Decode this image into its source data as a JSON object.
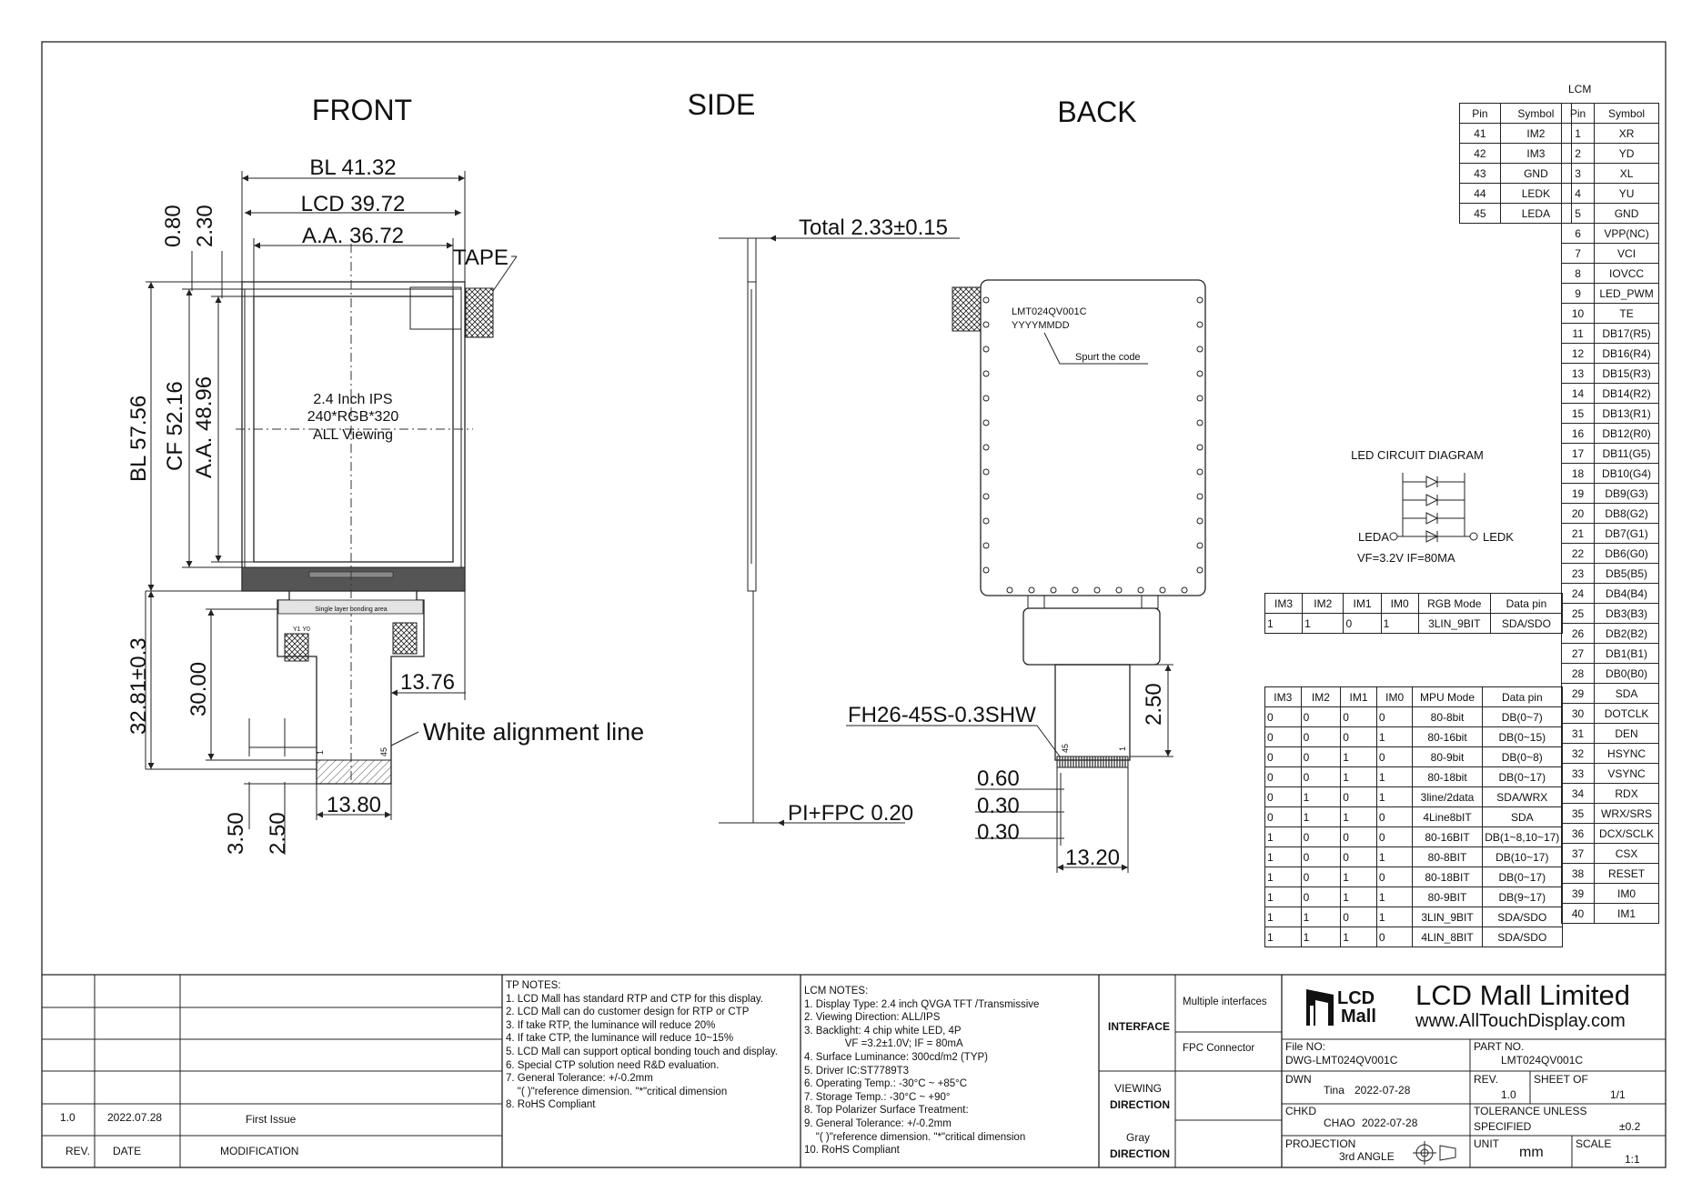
{
  "views": {
    "front": "FRONT",
    "side": "SIDE",
    "back": "BACK"
  },
  "front": {
    "bl_width": "BL 41.32",
    "lcd_width": "LCD 39.72",
    "aa_width": "A.A. 36.72",
    "dim_080": "0.80",
    "dim_230": "2.30",
    "tape": "TAPE",
    "bl_height": "BL 57.56",
    "cf_height": "CF 52.16",
    "aa_height": "A.A. 48.96",
    "center_line1": "2.4 Inch  IPS",
    "center_line2": "240*RGB*320",
    "center_line3": "ALL Viewing",
    "bonding_label": "Single layer bonding area",
    "fpc_mark": "Y1 Y0",
    "dim_1376": "13.76",
    "dim_3281": "32.81±0.3",
    "dim_3000": "30.00",
    "alignment": "White alignment line",
    "pin_1": "1",
    "pin_45": "45",
    "dim_1380": "13.80",
    "dim_350": "3.50",
    "dim_250": "2.50"
  },
  "side": {
    "total": "Total 2.33±0.15",
    "pi_fpc": "PI+FPC 0.20"
  },
  "back": {
    "model": "LMT024QV001C",
    "date_code": "YYYYMMDD",
    "spurt": "Spurt the code",
    "connector": "FH26-45S-0.3SHW",
    "dim_250": "2.50",
    "dim_060": "0.60",
    "dim_030a": "0.30",
    "dim_030b": "0.30",
    "dim_1320": "13.20",
    "pin_45": "45",
    "pin_1": "1"
  },
  "led": {
    "title": "LED CIRCUIT DIAGRAM",
    "leda": "LEDA",
    "ledk": "LEDK",
    "spec": "VF=3.2V  IF=80MA"
  },
  "pin_table": {
    "title": "LCM",
    "headers": [
      "Pin",
      "Symbol",
      "Pin",
      "Symbol"
    ],
    "left_rows": [
      [
        "41",
        "IM2"
      ],
      [
        "42",
        "IM3"
      ],
      [
        "43",
        "GND"
      ],
      [
        "44",
        "LEDK"
      ],
      [
        "45",
        "LEDA"
      ]
    ],
    "right_rows": [
      [
        "1",
        "XR"
      ],
      [
        "2",
        "YD"
      ],
      [
        "3",
        "XL"
      ],
      [
        "4",
        "YU"
      ],
      [
        "5",
        "GND"
      ],
      [
        "6",
        "VPP(NC)"
      ],
      [
        "7",
        "VCI"
      ],
      [
        "8",
        "IOVCC"
      ],
      [
        "9",
        "LED_PWM"
      ],
      [
        "10",
        "TE"
      ],
      [
        "11",
        "DB17(R5)"
      ],
      [
        "12",
        "DB16(R4)"
      ],
      [
        "13",
        "DB15(R3)"
      ],
      [
        "14",
        "DB14(R2)"
      ],
      [
        "15",
        "DB13(R1)"
      ],
      [
        "16",
        "DB12(R0)"
      ],
      [
        "17",
        "DB11(G5)"
      ],
      [
        "18",
        "DB10(G4)"
      ],
      [
        "19",
        "DB9(G3)"
      ],
      [
        "20",
        "DB8(G2)"
      ],
      [
        "21",
        "DB7(G1)"
      ],
      [
        "22",
        "DB6(G0)"
      ],
      [
        "23",
        "DB5(B5)"
      ],
      [
        "24",
        "DB4(B4)"
      ],
      [
        "25",
        "DB3(B3)"
      ],
      [
        "26",
        "DB2(B2)"
      ],
      [
        "27",
        "DB1(B1)"
      ],
      [
        "28",
        "DB0(B0)"
      ],
      [
        "29",
        "SDA"
      ],
      [
        "30",
        "DOTCLK"
      ],
      [
        "31",
        "DEN"
      ],
      [
        "32",
        "HSYNC"
      ],
      [
        "33",
        "VSYNC"
      ],
      [
        "34",
        "RDX"
      ],
      [
        "35",
        "WRX/SRS"
      ],
      [
        "36",
        "DCX/SCLK"
      ],
      [
        "37",
        "CSX"
      ],
      [
        "38",
        "RESET"
      ],
      [
        "39",
        "IM0"
      ],
      [
        "40",
        "IM1"
      ]
    ]
  },
  "rgb_table": {
    "headers": [
      "IM3",
      "IM2",
      "IM1",
      "IM0",
      "RGB Mode",
      "Data pin"
    ],
    "rows": [
      [
        "1",
        "1",
        "0",
        "1",
        "3LIN_9BIT",
        "SDA/SDO"
      ]
    ]
  },
  "mpu_table": {
    "headers": [
      "IM3",
      "IM2",
      "IM1",
      "IM0",
      "MPU Mode",
      "Data pin"
    ],
    "rows": [
      [
        "0",
        "0",
        "0",
        "0",
        "80-8bit",
        "DB(0~7)"
      ],
      [
        "0",
        "0",
        "0",
        "1",
        "80-16bit",
        "DB(0~15)"
      ],
      [
        "0",
        "0",
        "1",
        "0",
        "80-9bit",
        "DB(0~8)"
      ],
      [
        "0",
        "0",
        "1",
        "1",
        "80-18bit",
        "DB(0~17)"
      ],
      [
        "0",
        "1",
        "0",
        "1",
        "3line/2data",
        "SDA/WRX"
      ],
      [
        "0",
        "1",
        "1",
        "0",
        "4Line8bIT",
        "SDA"
      ],
      [
        "1",
        "0",
        "0",
        "0",
        "80-16BIT",
        "DB(1~8,10~17)"
      ],
      [
        "1",
        "0",
        "0",
        "1",
        "80-8BIT",
        "DB(10~17)"
      ],
      [
        "1",
        "0",
        "1",
        "0",
        "80-18BIT",
        "DB(0~17)"
      ],
      [
        "1",
        "0",
        "1",
        "1",
        "80-9BIT",
        "DB(9~17)"
      ],
      [
        "1",
        "1",
        "0",
        "1",
        "3LIN_9BIT",
        "SDA/SDO"
      ],
      [
        "1",
        "1",
        "1",
        "0",
        "4LIN_8BIT",
        "SDA/SDO"
      ]
    ]
  },
  "revision": {
    "rev": "1.0",
    "date": "2022.07.28",
    "modification": "First Issue",
    "h_rev": "REV.",
    "h_date": "DATE",
    "h_mod": "MODIFICATION"
  },
  "tp_notes": {
    "title": "TP NOTES:",
    "lines": [
      "1. LCD Mall has standard RTP and CTP for this display.",
      "2. LCD Mall can do customer design for RTP or CTP",
      "3. If take RTP, the luminance will reduce 20%",
      "4. If take CTP, the luminance will reduce 10~15%",
      "5. LCD Mall can support optical bonding touch and display.",
      "6. Special CTP solution need R&D evaluation.",
      "7. General Tolerance: +/-0.2mm",
      "    \"( )\"reference dimension. \"*\"critical dimension",
      "8. RoHS Compliant"
    ]
  },
  "lcm_notes": {
    "title": "LCM NOTES:",
    "lines": [
      "1. Display Type: 2.4 inch QVGA TFT /Transmissive",
      "2. Viewing Direction: ALL/IPS",
      "3. Backlight: 4 chip white LED, 4P",
      "              VF =3.2±1.0V; IF = 80mA",
      "4. Surface Luminance: 300cd/m2 (TYP)",
      "5. Driver IC:ST7789T3",
      "6. Operating Temp.: -30°C ~ +85°C",
      "7. Storage Temp.: -30°C ~ +90°",
      "8. Top Polarizer Surface Treatment:",
      "9. General Tolerance: +/-0.2mm",
      "    \"( )\"reference dimension. \"*\"critical dimension",
      "10. RoHS Compliant"
    ]
  },
  "interface": {
    "label": "INTERFACE",
    "multiple": "Multiple interfaces",
    "fpc": "FPC Connector",
    "viewing": "VIEWING",
    "direction": "DIRECTION",
    "gray": "Gray",
    "direction2": "DIRECTION"
  },
  "company": {
    "logo_line1": "LCD",
    "logo_line2": "Mall",
    "name": "LCD Mall Limited",
    "url": "www.AllTouchDisplay.com"
  },
  "title_block": {
    "file_no_label": "File NO:",
    "file_no": "DWG-LMT024QV001C",
    "part_no_label": "PART NO.",
    "part_no": "LMT024QV001C",
    "dwn_label": "DWN",
    "dwn": "Tina",
    "dwn_date": "2022-07-28",
    "rev_label": "REV.",
    "rev": "1.0",
    "sheet_label": "SHEET OF",
    "sheet": "1/1",
    "chkd_label": "CHKD",
    "chkd": "CHAO",
    "chkd_date": "2022-07-28",
    "tol_label1": "TOLERANCE UNLESS",
    "tol_label2": "SPECIFIED",
    "tol": "±0.2",
    "proj_label": "PROJECTION",
    "proj": "3rd ANGLE",
    "unit_label": "UNIT",
    "unit": "mm",
    "scale_label": "SCALE",
    "scale": "1:1"
  }
}
